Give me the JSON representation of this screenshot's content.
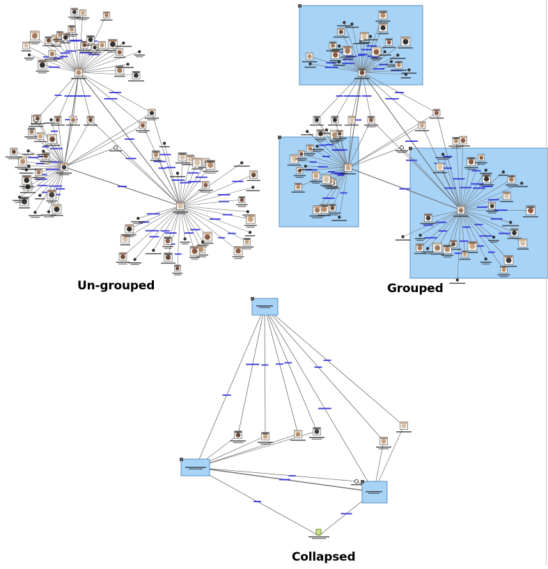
{
  "captions": {
    "ungrouped": "Un-grouped",
    "grouped": "Grouped",
    "collapsed": "Collapsed"
  },
  "colors": {
    "group_fill": "#a7d3f7",
    "group_border": "#5a8fbf",
    "edge": "#6e6e6e",
    "edge_label": "#2a2ad8",
    "node_label": "#222222",
    "node_border": "#555555",
    "photo_palette": [
      "#6b4a3a",
      "#a07a5c",
      "#3c3c3c",
      "#c9a27e",
      "#8a5a44",
      "#d8c2a8",
      "#2f2f2f",
      "#b58d6c"
    ]
  },
  "views": [
    "ungrouped",
    "grouped",
    "collapsed"
  ]
}
